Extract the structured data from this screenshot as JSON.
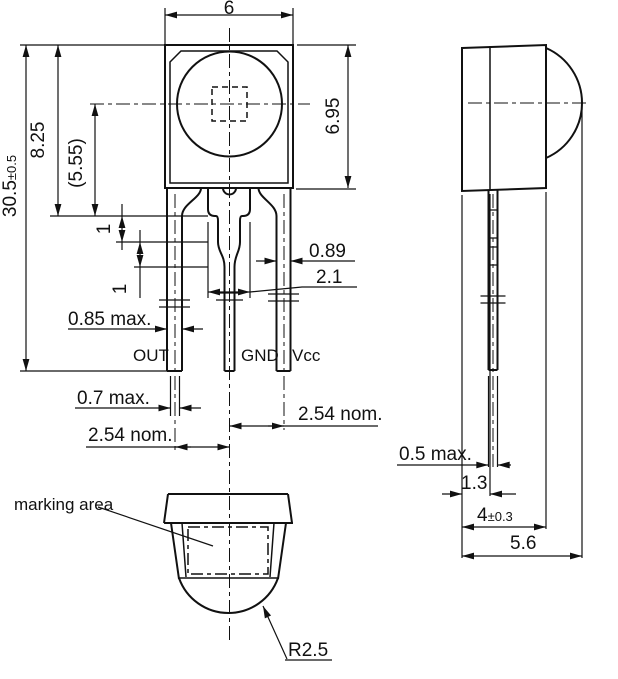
{
  "front": {
    "width": "6",
    "total_height": "30.5",
    "total_height_tol": "±0.5",
    "body_height": "8.25",
    "lens_center_height": "(5.55)",
    "body_side_height": "6.95",
    "lead_step_1": "1",
    "lead_step_2": "1",
    "lead_width_upper": "0.85 max.",
    "lead_width_tip": "0.7 max.",
    "lead_width_narrow": "0.89",
    "center_lead_width": "2.1",
    "lead_pitch_left": "2.54 nom.",
    "lead_pitch_right": "2.54 nom.",
    "pins": [
      {
        "label": "OUT"
      },
      {
        "label": "GND"
      },
      {
        "label": "Vcc"
      }
    ]
  },
  "side": {
    "lead_thickness": "0.5 max.",
    "front_face_offset": "1.3",
    "body_depth": "4",
    "body_depth_tol": "±0.3",
    "overall_depth": "5.6"
  },
  "bottom": {
    "marking_area_label": "marking area",
    "lens_radius": "R2.5"
  },
  "colors": {
    "line": "#111111",
    "background": "#ffffff"
  }
}
